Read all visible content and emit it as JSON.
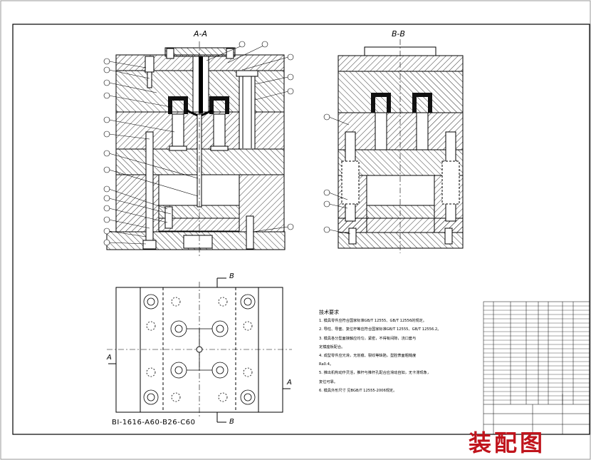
{
  "views": {
    "section_aa": "A-A",
    "section_bb": "B-B"
  },
  "plan": {
    "model": "BI-1616-A60-B26-C60",
    "cut_b_top": "B",
    "cut_b_bottom": "B",
    "cut_a_left": "A",
    "cut_a_right": "A"
  },
  "notes": {
    "title": "技术要求",
    "lines": [
      "1. 模具零件应符合国家标准GB/T 12555、GB/T 12556的规定。",
      "2. 导柱、导套、复位杆等应符合国家标准GB/T 12555、GB/T 12556.2。",
      "3. 模具各分型面接触应均匀，紧密，不得有间隙，浇口套与",
      "   定模座板配合。",
      "4. 成型零件应光滑，无划痕、裂纹等缺陷，型腔表面粗糙度",
      "   Ra0.4。",
      "5. 推出机构动作灵活，推杆与推杆孔配合应滑动自如，无卡滞现象，",
      "   复位可靠。",
      "6. 模具外形尺寸  见BGB/T 12555-2006规定。"
    ]
  },
  "stamp": {
    "title": "装配图"
  }
}
